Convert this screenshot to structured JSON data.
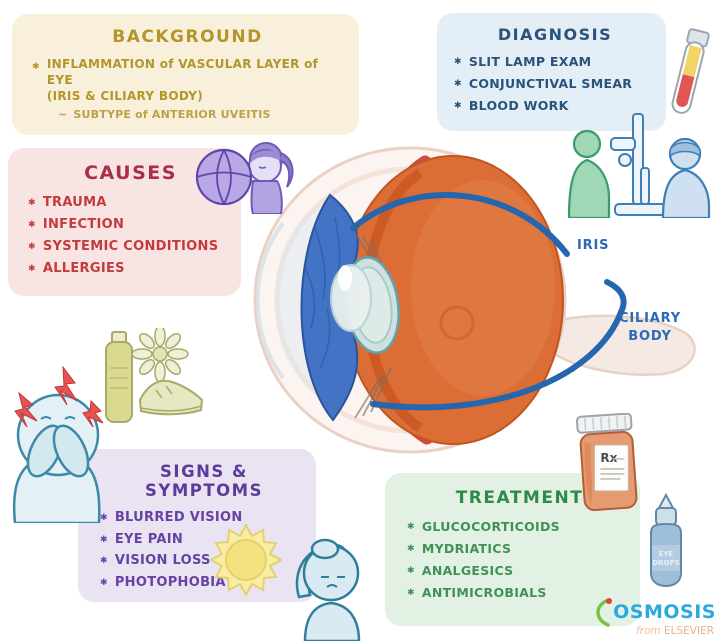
{
  "glyphs": {
    "bullet": "✱",
    "sub_bullet": "~"
  },
  "panels": {
    "background": {
      "title": "BACKGROUND",
      "bullet_line1": "INFLAMMATION of VASCULAR LAYER of EYE",
      "bullet_line2": "(IRIS & CILIARY BODY)",
      "sub_bullet": "SUBTYPE of ANTERIOR UVEITIS",
      "bg_color": "#f8f0db",
      "text_color": "#b2952b"
    },
    "diagnosis": {
      "title": "DIAGNOSIS",
      "items": [
        "SLIT LAMP EXAM",
        "CONJUNCTIVAL SMEAR",
        "BLOOD WORK"
      ],
      "bg_color": "#e3eef7",
      "text_color": "#2a5379"
    },
    "causes": {
      "title": "CAUSES",
      "items": [
        "TRAUMA",
        "INFECTION",
        "SYSTEMIC CONDITIONS",
        "ALLERGIES"
      ],
      "bg_color": "#f9e4e4",
      "title_color": "#aa2e44",
      "text_color": "#c43b3b"
    },
    "signs": {
      "title": "SIGNS & SYMPTOMS",
      "items": [
        "BLURRED VISION",
        "EYE PAIN",
        "VISION LOSS",
        "PHOTOPHOBIA"
      ],
      "bg_color": "#e9e3f2",
      "text_color": "#5b3c99"
    },
    "treatment": {
      "title": "TREATMENT",
      "items": [
        "GLUCOCORTICOIDS",
        "MYDRIATICS",
        "ANALGESICS",
        "ANTIMICROBIALS"
      ],
      "bg_color": "#e3f1e5",
      "text_color": "#2e8a4b"
    }
  },
  "eye_labels": {
    "iris": "IRIS",
    "ciliary_line1": "CILIARY",
    "ciliary_line2": "BODY",
    "label_color": "#2b6ab8",
    "pointer_color": "#2566ae"
  },
  "pill_bottle": {
    "label": "Rx"
  },
  "eye_drops": {
    "line1": "EYE",
    "line2": "DROPS"
  },
  "logo": {
    "brand": "OSMOSIS",
    "tagline_from": "from",
    "tagline_brand": "ELSEVIER",
    "blue": "#2aa9e0",
    "green": "#7bc143",
    "red": "#e04040",
    "tan": "#eab089"
  },
  "icons": {
    "trauma_illustration": "basketball-hitting-face",
    "slit_lamp_illustration": "doctor-slit-lamp-exam",
    "blood_tube_icon": "blood-test-tube",
    "allergen_icons": "bottle-flower-sneaker",
    "eye_pain_illustration": "person-covering-face-pain",
    "sun_icon": "bright-sun-photophobia",
    "headache_illustration": "person-holding-head",
    "pill_bottle_icon": "rx-prescription-bottle",
    "eye_drops_icon": "eye-drop-bottle"
  }
}
